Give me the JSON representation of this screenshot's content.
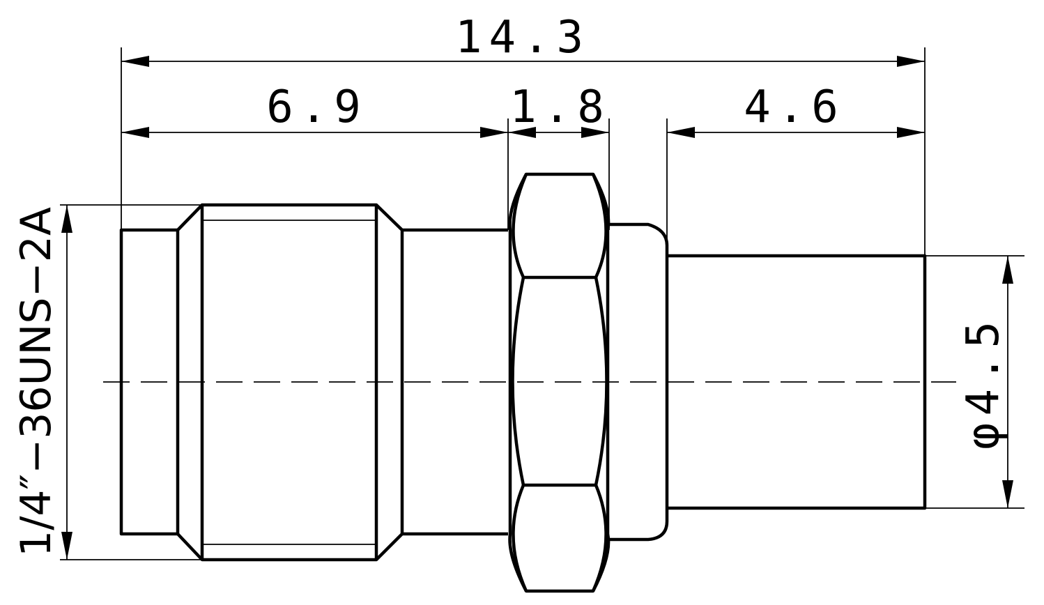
{
  "dimensions": {
    "overall_length": "14.3",
    "front_length": "6.9",
    "nut_width": "1.8",
    "rear_length": "4.6",
    "thread_spec": "1/4″−36UNS−2A",
    "rear_diameter": "φ4.5"
  },
  "colors": {
    "line": "#000000",
    "background": "#ffffff"
  }
}
